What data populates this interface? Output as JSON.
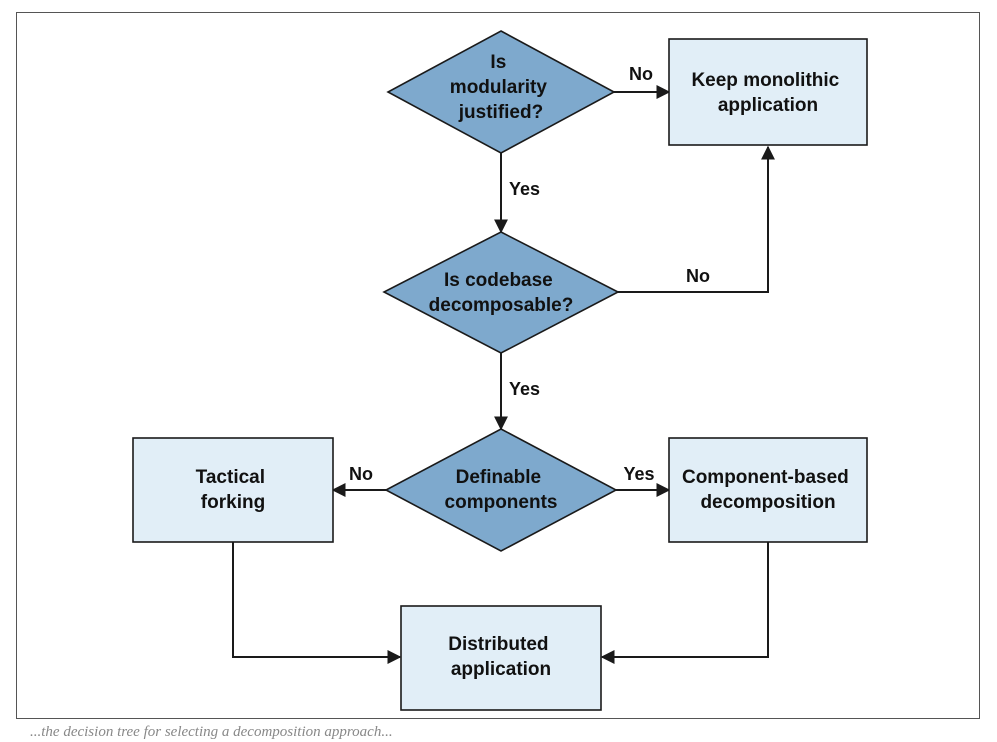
{
  "nodes": {
    "is_modularity": [
      "Is",
      "modularity",
      "justified?"
    ],
    "keep_monolithic": [
      "Keep monolithic",
      "application"
    ],
    "is_codebase": [
      "Is codebase",
      "decomposable?"
    ],
    "definable": [
      "Definable",
      "components"
    ],
    "tactical": [
      "Tactical",
      "forking"
    ],
    "component_based": [
      "Component-based",
      "decomposition"
    ],
    "distributed": [
      "Distributed",
      "application"
    ]
  },
  "edges": {
    "modularity_no": "No",
    "modularity_yes": "Yes",
    "codebase_no": "No",
    "codebase_yes": "Yes",
    "definable_no": "No",
    "definable_yes": "Yes"
  },
  "caption": "...the decision tree for selecting a decomposition approach..."
}
